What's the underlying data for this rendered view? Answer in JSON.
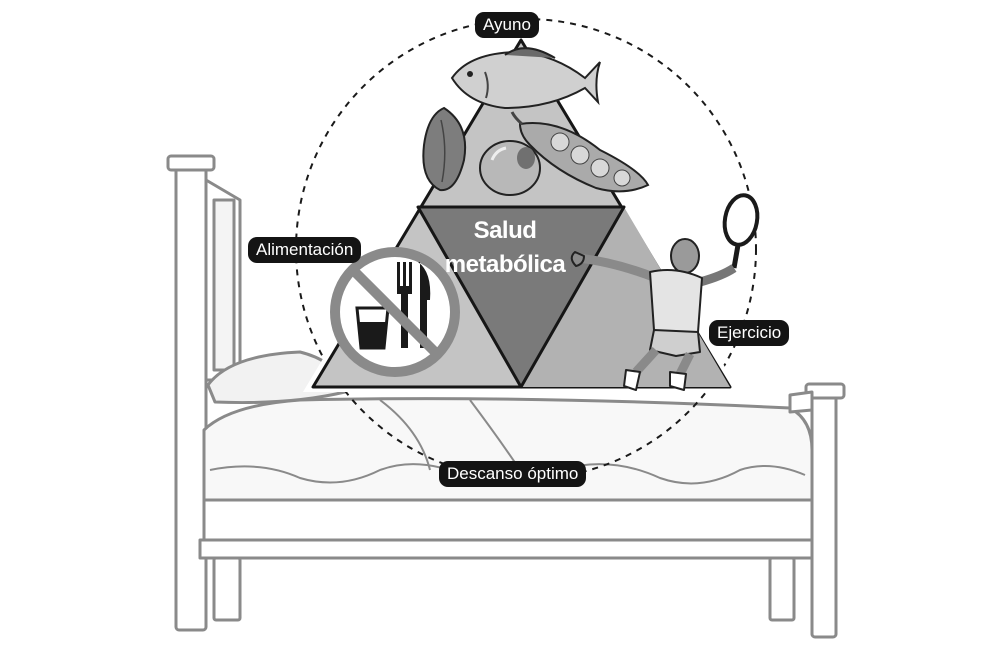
{
  "diagram": {
    "center_label": {
      "line1": "Salud",
      "line2": "metabólica"
    },
    "pillars": {
      "top": "Ayuno",
      "left": "Alimentación",
      "right": "Ejercicio",
      "bottom": "Descanso óptimo"
    }
  },
  "colors": {
    "ink": "#141414",
    "triangle_outer": "#c4c4c4",
    "triangle_center": "#7a7a7a",
    "bed_outline": "#8a8a8a"
  },
  "icons": [
    "bed-icon",
    "fish-icon",
    "almond-icon",
    "olive-icon",
    "pea-pod-icon",
    "no-food-icon",
    "tennis-player-icon"
  ]
}
